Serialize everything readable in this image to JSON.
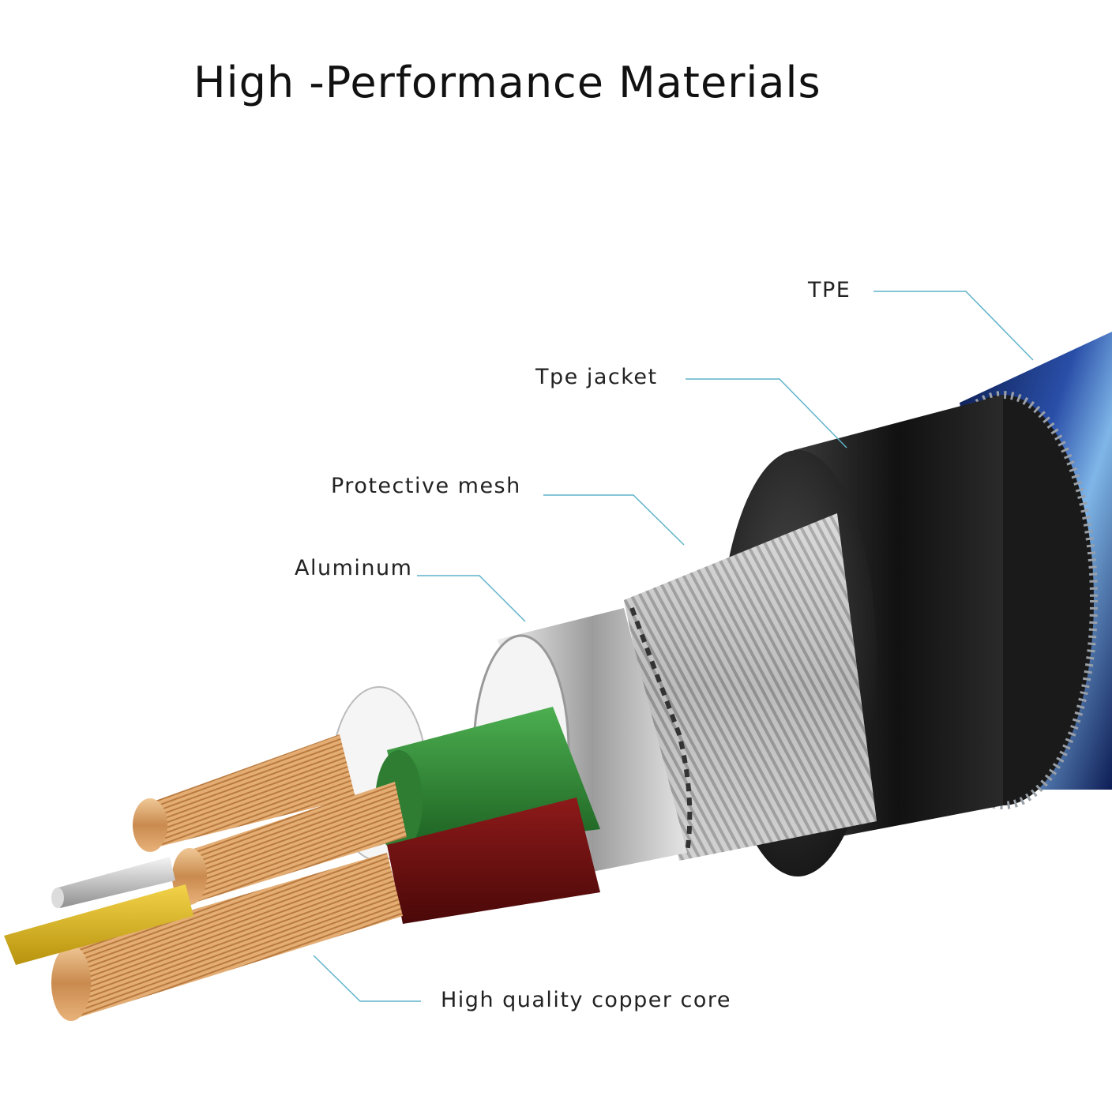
{
  "title": "High -Performance Materials",
  "labels": {
    "tpe": "TPE",
    "tpe_jacket": "Tpe jacket",
    "protective_mesh": "Protective mesh",
    "aluminum": "Aluminum",
    "copper_core": "High quality copper core"
  },
  "colors": {
    "leader_line": "#5fb3c9",
    "jacket": "#1e1e1e",
    "copper": "#d9a46e",
    "green_insulation": "#2e7d32",
    "red_insulation": "#7a1010",
    "aluminum": "#c8c8c8",
    "tpe_outer": "#1a2f6b"
  }
}
